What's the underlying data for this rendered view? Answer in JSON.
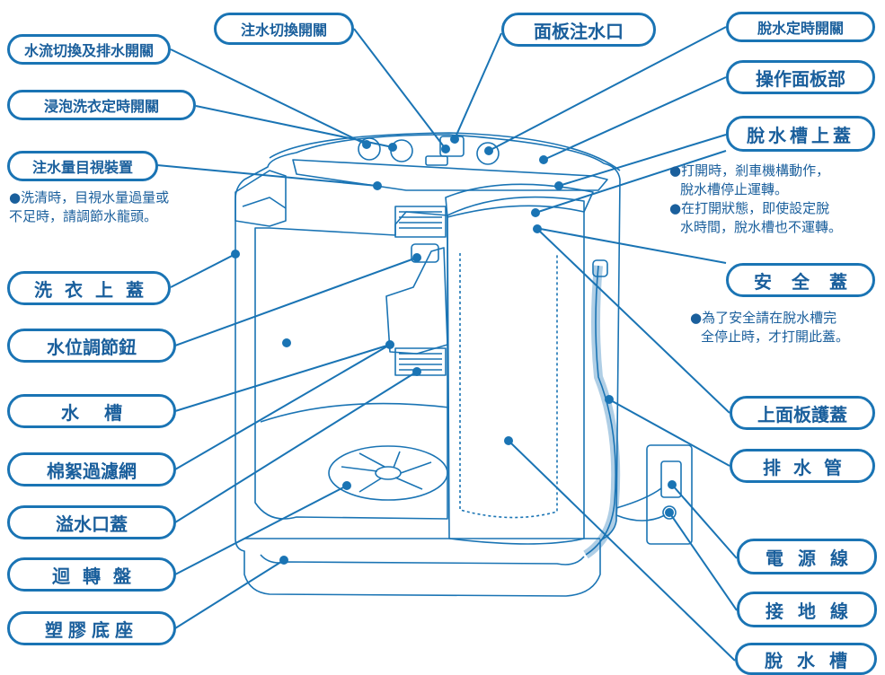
{
  "labels": {
    "water_switch": "注水切換開關",
    "panel_inlet": "面板注水口",
    "spin_timer": "脫水定時開關",
    "flow_drain_switch": "水流切換及排水開關",
    "control_panel": "操作面板部",
    "soak_timer": "浸泡洗衣定時開關",
    "spin_lid": "脫水槽上蓋",
    "water_gauge": "注水量目視裝置",
    "wash_lid": "洗衣上蓋",
    "level_knob": "水位調節鈕",
    "wash_tub": "水槽",
    "lint_filter": "棉絮過濾網",
    "overflow_cover": "溢水口蓋",
    "pulsator": "迴轉盤",
    "base": "塑膠底座",
    "safety_lid": "安全蓋",
    "upper_cover": "上面板護蓋",
    "drain_hose": "排水管",
    "power_cord": "電源線",
    "ground_wire": "接地線",
    "spin_tub": "脫水槽"
  },
  "notes": {
    "water_gauge_1": "●洗清時，目視水量過量或",
    "water_gauge_2": "不足時，請調節水龍頭。",
    "spin_lid_1": "●打開時，剎車機構動作，",
    "spin_lid_2": "脫水槽停止運轉。",
    "spin_lid_3": "●在打開狀態，即使設定脫",
    "spin_lid_4": "水時間，脫水槽也不運轉。",
    "safety_1": "●為了安全請在脫水槽完",
    "safety_2": "全停止時，才打開此蓋。"
  },
  "colors": {
    "line": "#1a74b4",
    "text": "#1a5f9c",
    "fill": "#ffffff"
  }
}
